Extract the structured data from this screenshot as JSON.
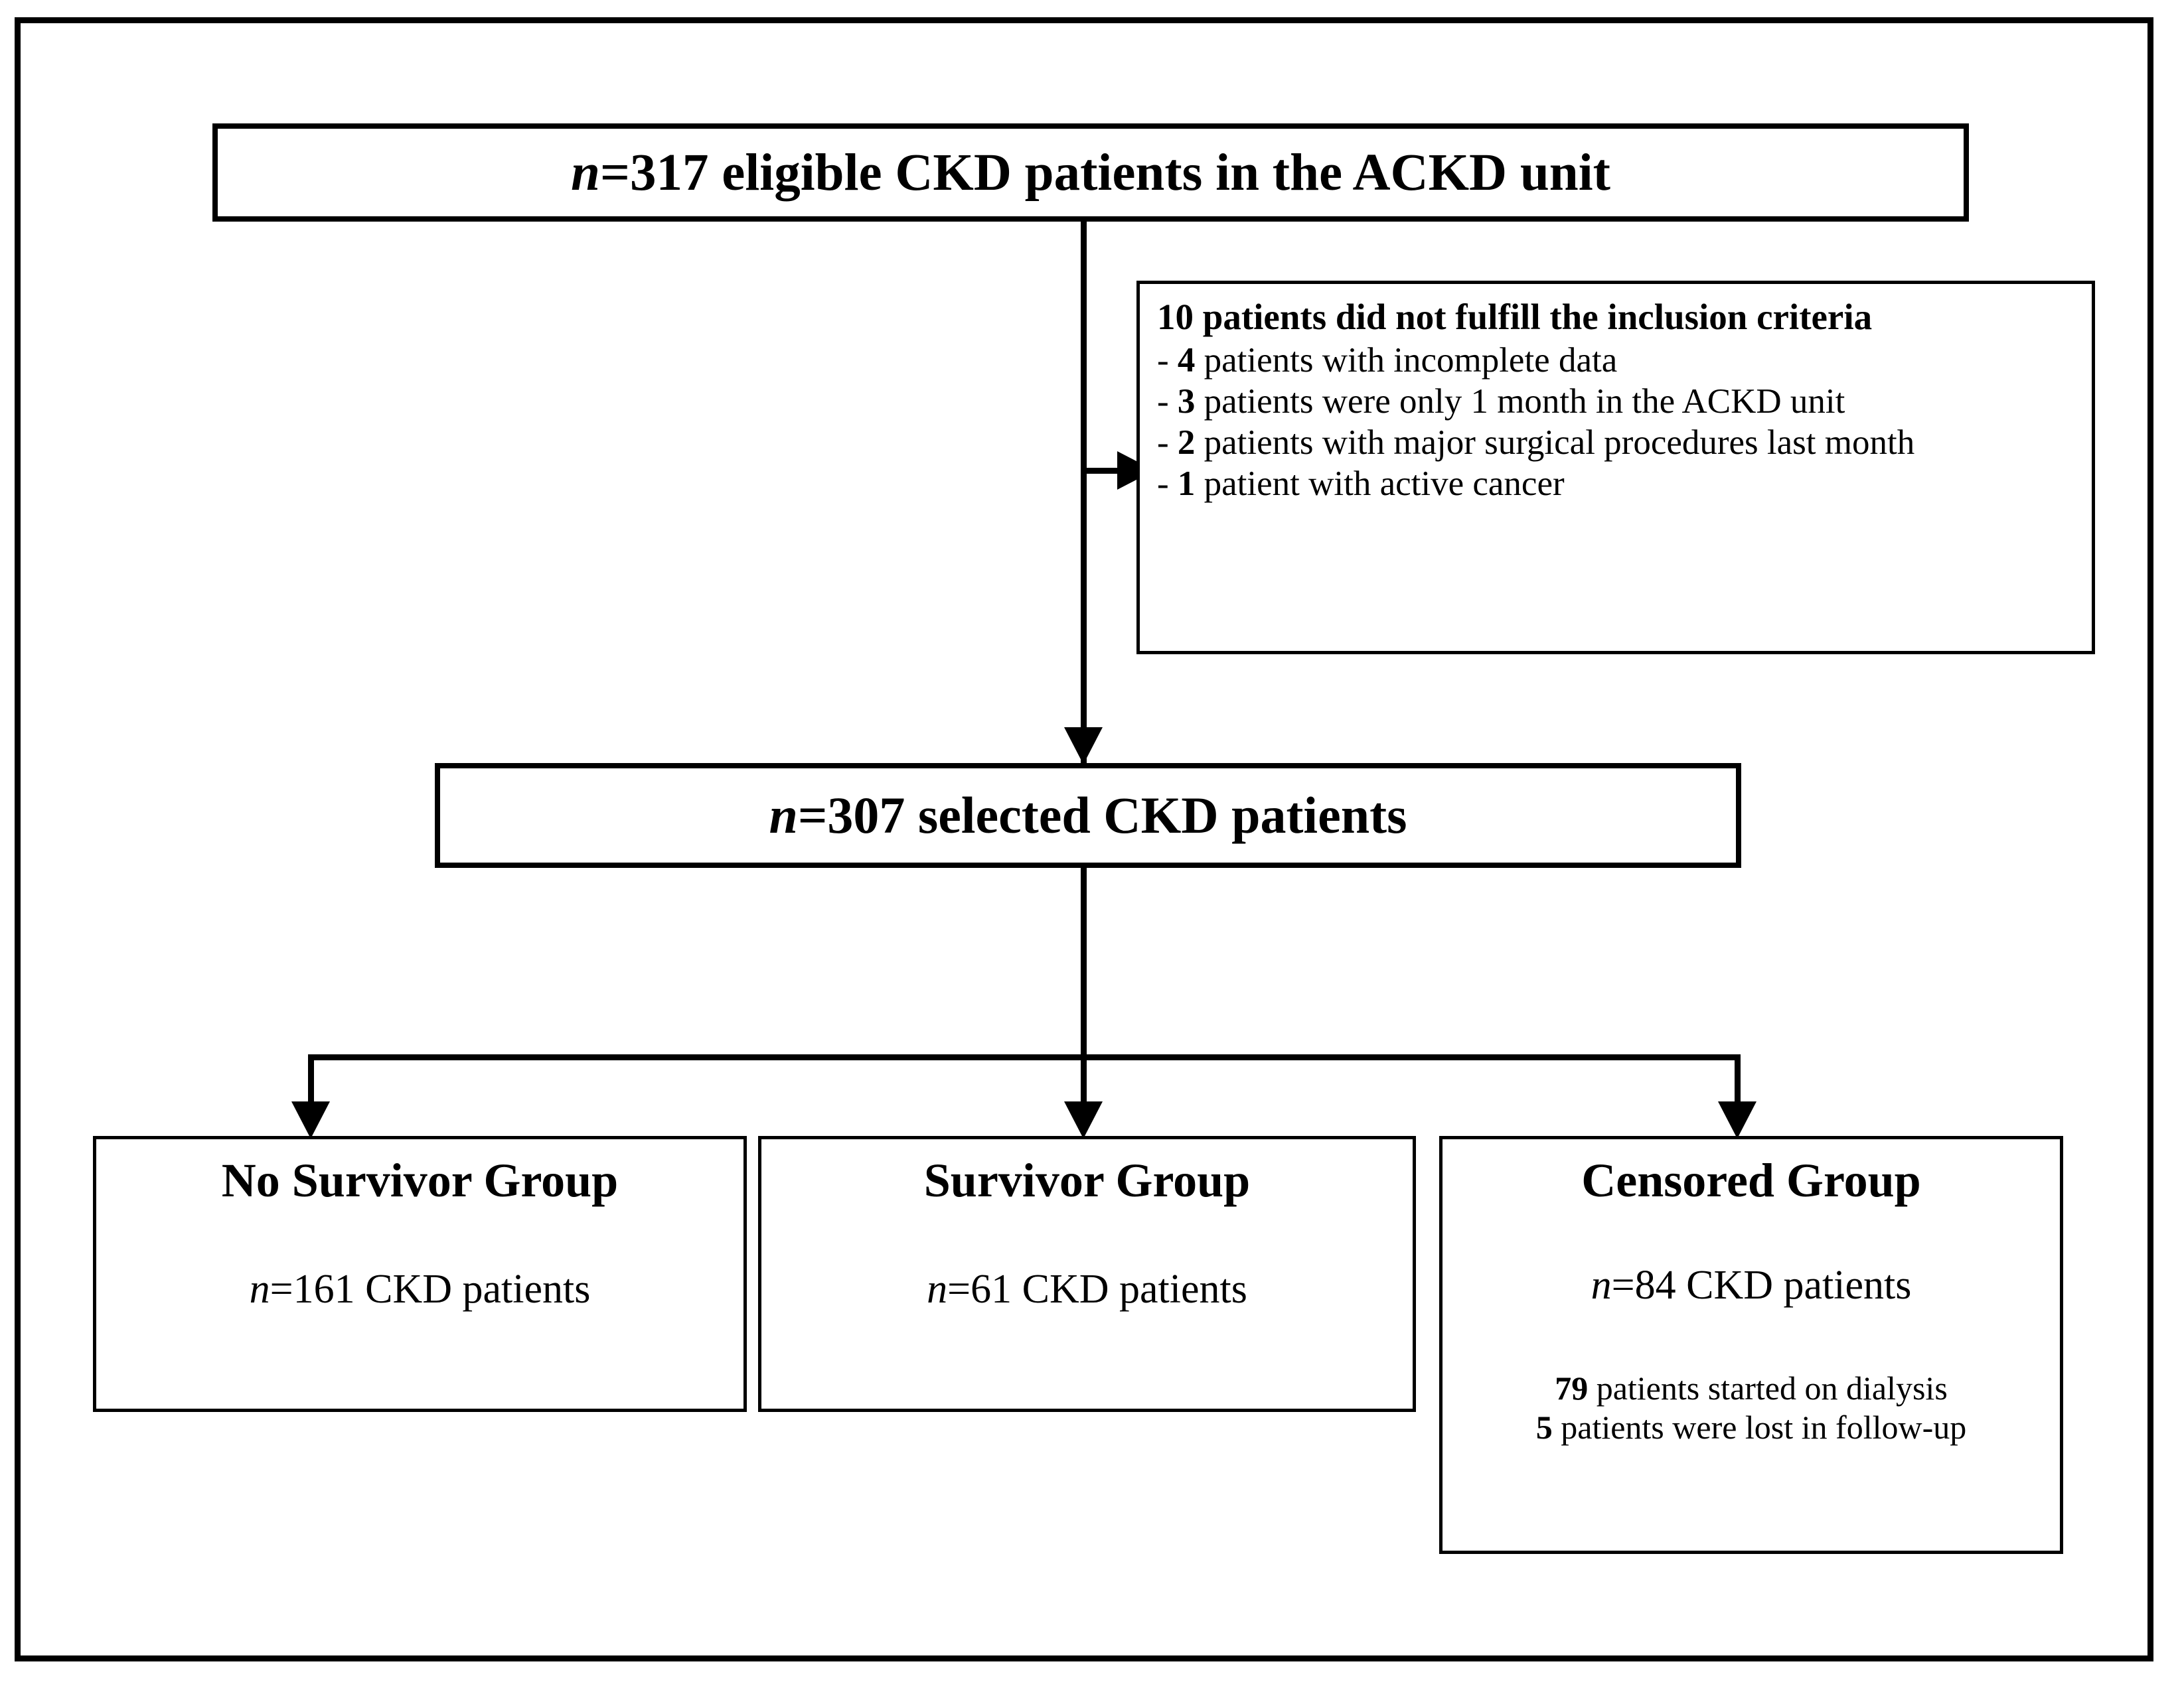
{
  "figure": {
    "type": "flowchart",
    "orientation": "top-down",
    "title": "CKD patient selection flow diagram"
  },
  "nodes": {
    "eligible": {
      "n_prefix": "n",
      "equals": "=",
      "n_value": "317",
      "label": "  eligible CKD patients in the ACKD unit"
    },
    "exclusion": {
      "title": "10 patients did not fulfill the inclusion criteria",
      "items": [
        {
          "dash": "- ",
          "count": "4",
          "text": " patients with incomplete data"
        },
        {
          "dash": "- ",
          "count": "3",
          "text": " patients were only 1 month in the ACKD unit"
        },
        {
          "dash": "- ",
          "count": "2",
          "text": " patients with  major surgical procedures last month"
        },
        {
          "dash": "- ",
          "count": "1",
          "text": " patient with active cancer"
        }
      ]
    },
    "selected": {
      "n_prefix": "n",
      "equals": "=",
      "n_value": "307",
      "label": " selected CKD patients"
    },
    "groups": [
      {
        "id": "no-survivor",
        "title": "No Survivor Group",
        "n_prefix": "n",
        "equals": "=",
        "n_value": "161",
        "count_label": "  CKD patients",
        "notes": []
      },
      {
        "id": "survivor",
        "title": "Survivor Group",
        "n_prefix": "n",
        "equals": "=",
        "n_value": "61",
        "count_label": "  CKD patients",
        "notes": []
      },
      {
        "id": "censored",
        "title": "Censored Group",
        "n_prefix": "n",
        "equals": "=",
        "n_value": "84",
        "count_label": "  CKD patients",
        "notes": [
          {
            "count": "79",
            "text": " patients started on dialysis"
          },
          {
            "count": "5",
            "text": " patients were lost in follow-up"
          }
        ]
      }
    ]
  },
  "colors": {
    "stroke": "#000000",
    "background": "#ffffff"
  }
}
